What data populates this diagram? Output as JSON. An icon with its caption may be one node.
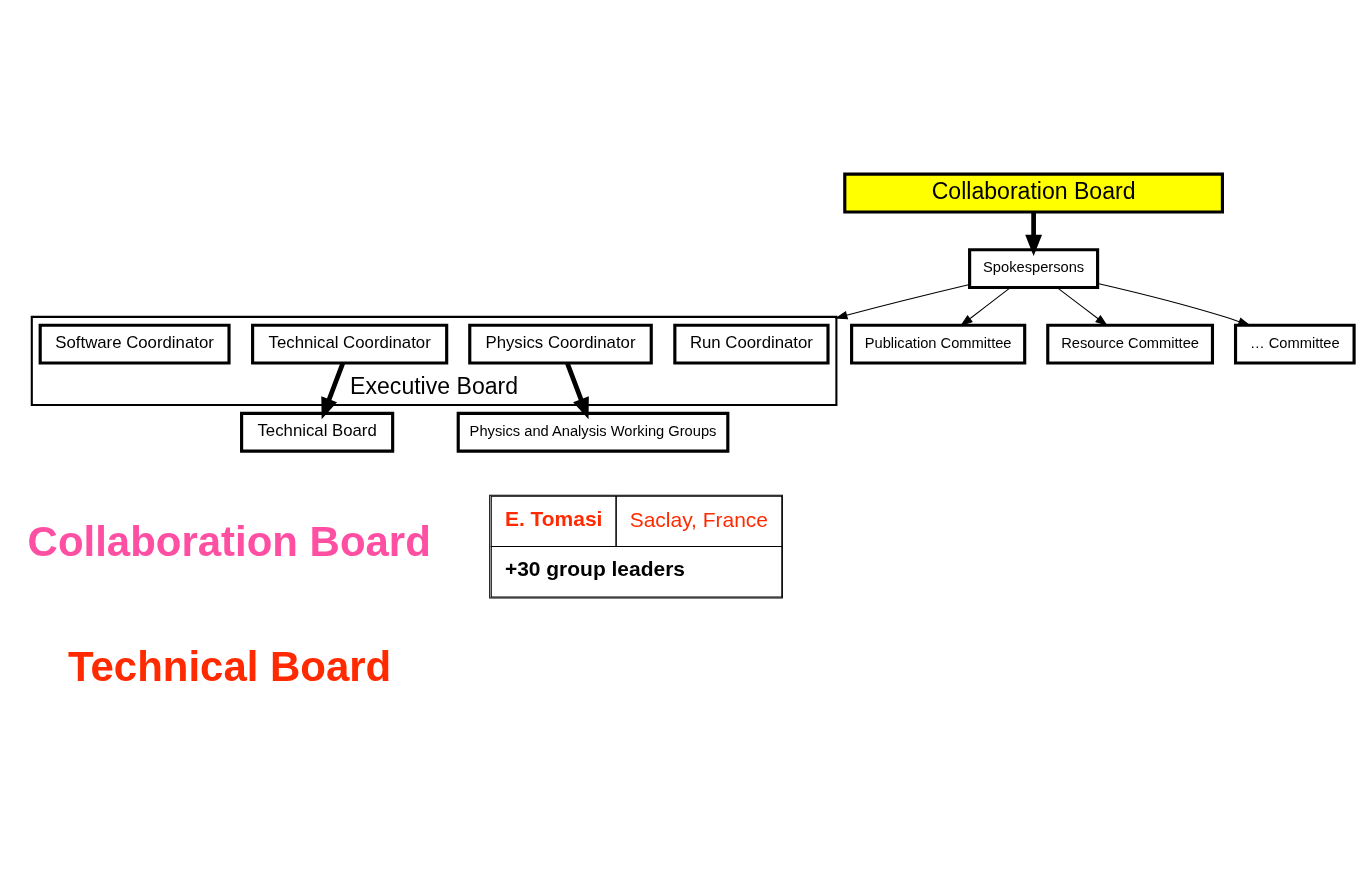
{
  "diagram": {
    "nodes": [
      {
        "text": [
          "Collaboration Board"
        ]
      },
      {
        "text": [
          "Spokespersons"
        ]
      },
      {
        "text": [
          "Executive Board"
        ]
      },
      {
        "text": [
          "Run Coordinator"
        ],
        "in": 2
      },
      {
        "text": [
          "Technical Coordinator"
        ],
        "in": 2
      },
      {
        "text": [
          "Physics Coordinator"
        ],
        "in": 2
      },
      {
        "text": [
          "Software Coordinator"
        ],
        "in": 2
      },
      {
        "text": [
          "Publication Committee"
        ]
      },
      {
        "text": [
          "Resource Committee"
        ]
      },
      {
        "text": [
          "… Committee"
        ]
      },
      {
        "text": [
          "Technical Board"
        ]
      },
      {
        "text": [
          "Physics and Analysis Working Groups"
        ]
      }
    ],
    "edges": [
      {
        "from": 0,
        "to": 1,
        "arrow": "to",
        "style": "thick"
      },
      {
        "from": 1,
        "to": 2,
        "arrow": "to"
      },
      {
        "from": 1,
        "to": 7,
        "arrow": "to"
      },
      {
        "from": 1,
        "to": 8,
        "arrow": "to"
      },
      {
        "from": 1,
        "to": 9,
        "arrow": "to"
      },
      {
        "from": 4,
        "to": 10,
        "arrow": "to",
        "style": "thick"
      },
      {
        "from": 5,
        "to": 11,
        "arrow": "to",
        "style": "thick"
      }
    ],
    "labels": [
      "Collaboration Board",
      "Technical Board",
      "E. Tomasi",
      "Saclay, France",
      "+30 group leaders"
    ]
  }
}
